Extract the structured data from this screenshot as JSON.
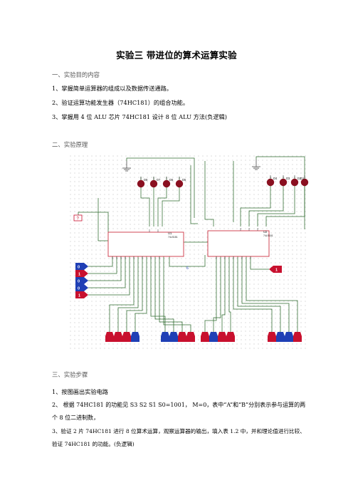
{
  "title": "实验三  带进位的算术运算实验",
  "section1": {
    "heading": "一、实验目的内容",
    "items": [
      "1、掌握简单运算器的组成以及数据传送通路。",
      "2、验证运算功能发生器（74HC181）的组合功能。",
      "3、掌握用 4 位 ALU 芯片 74HC181 设计 8 位 ALU 方法(负逻辑)"
    ]
  },
  "section2": {
    "heading": "二、实验原理"
  },
  "section3": {
    "heading": "三、实验步骤",
    "step1": "1、按图画出实验电路",
    "step2": "2、  根据 74HC181 的功能见 S3 S2 S1 S0=1001，   M=0，表中“A”和“B”分别表示参与运算的两个 8 位二进制数，",
    "step3": "3、验证 2 片 74HC181 进行 8 位算术运算，观察运算器的输出，填入表 1.2 中，并和理论值进行比较、验证 74HC181 的功能。(负逻辑)"
  },
  "circuit": {
    "chip_u1": "U1",
    "chip_u1_part": "74LS181",
    "chip_u2": "U2",
    "chip_u2_part": "74LS181",
    "led_left": [
      "D8",
      "D7",
      "D6",
      "D5"
    ],
    "led_right": [
      "D4",
      "D3",
      "D2",
      "D1"
    ],
    "probe_label": "?",
    "mode_inputs": [
      "0",
      "1",
      "0",
      "0",
      "1"
    ],
    "carry_label": "1",
    "net_label": "6",
    "colors": {
      "red": "#c8102e",
      "blue": "#1f3fb5",
      "wire": "#2e6b2e",
      "chip": "#cc3344"
    }
  }
}
